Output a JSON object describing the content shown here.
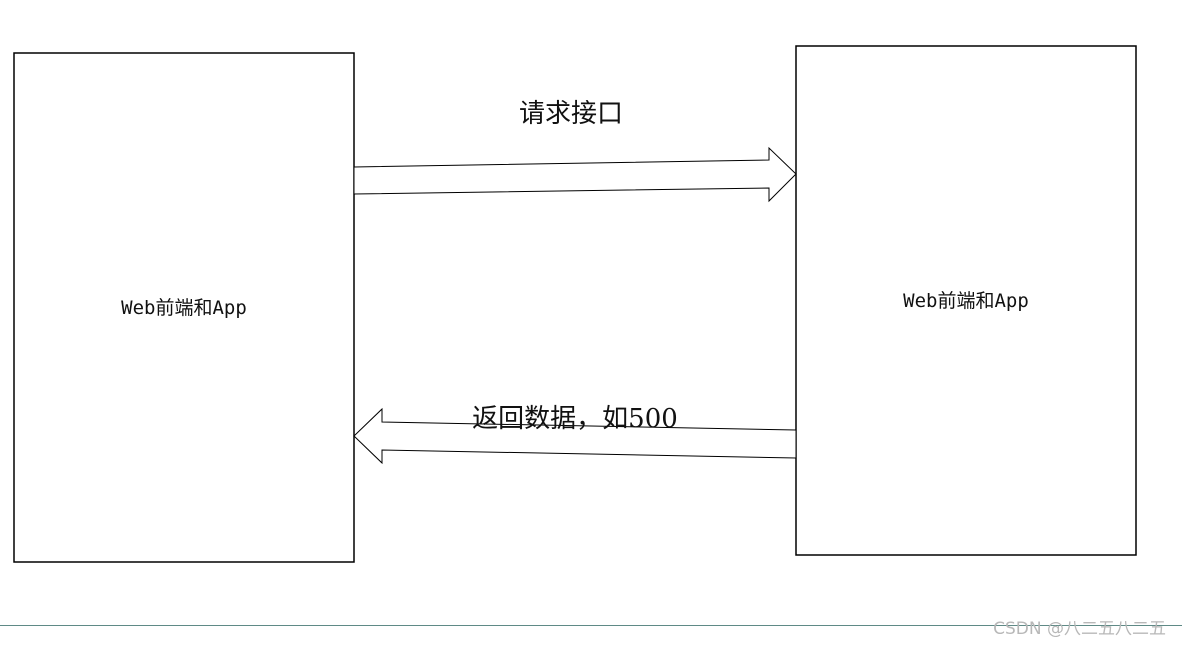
{
  "diagram": {
    "left_box": {
      "label": "Web前端和App"
    },
    "right_box": {
      "label": "Web前端和App"
    },
    "request_arrow": {
      "label": "请求接口",
      "direction": "left-to-right"
    },
    "response_arrow": {
      "label": "返回数据，如500",
      "direction": "right-to-left"
    }
  },
  "watermark": {
    "text": "CSDN @八二五八二五"
  },
  "colors": {
    "stroke": "#000000",
    "baseline": "#5f8a86",
    "watermark": "#b8b8b8"
  }
}
